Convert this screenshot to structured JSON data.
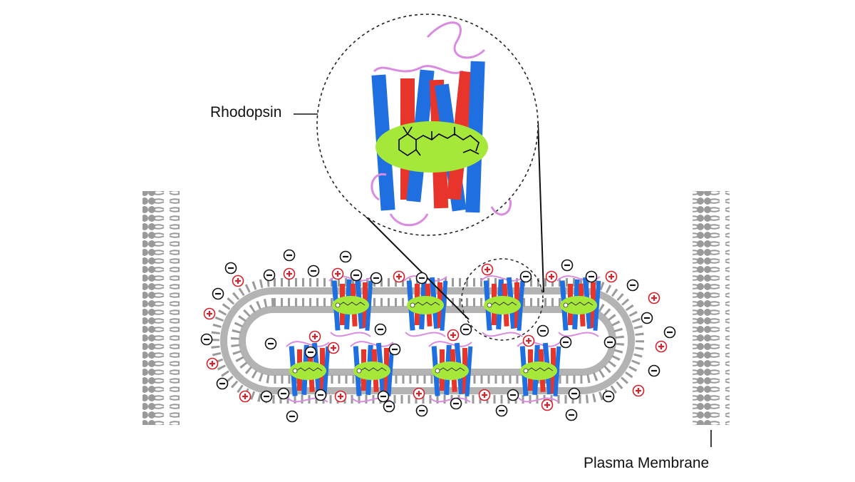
{
  "labels": {
    "rhodopsin": "Rhodopsin",
    "plasma_membrane": "Plasma Membrane"
  },
  "icons": {
    "positive_charge": "plus-circle",
    "negative_charge": "minus-circle"
  },
  "colors": {
    "membrane": "#9a9a9a",
    "helix_blue": "#1f6fe0",
    "helix_red": "#e8352b",
    "retinal_pocket": "#a6e83a",
    "loop": "#d98be0",
    "positive": "#d8202a",
    "negative": "#111111"
  }
}
